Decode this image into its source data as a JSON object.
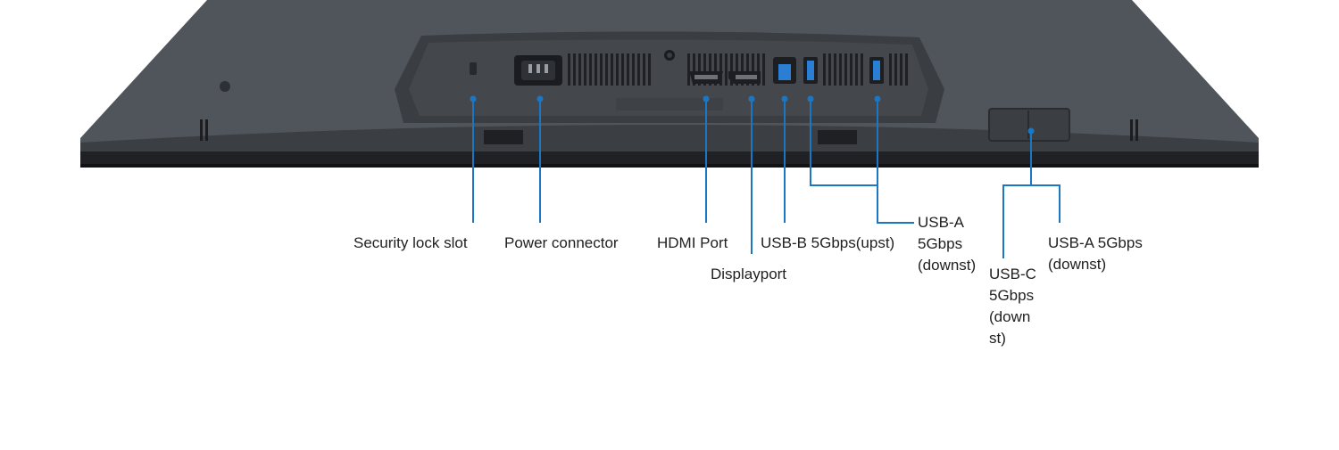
{
  "colors": {
    "monitor_body": "#50555b",
    "monitor_edge": "#2a2d31",
    "port_panel": "#3f4247",
    "callout_line": "#1b77c4",
    "usb_blue": "#2a7fd4"
  },
  "callouts": [
    {
      "id": "security-lock",
      "lines": [
        "Security lock slot"
      ]
    },
    {
      "id": "power",
      "lines": [
        "Power connector"
      ]
    },
    {
      "id": "hdmi",
      "lines": [
        "HDMI Port"
      ]
    },
    {
      "id": "usbb",
      "lines": [
        "USB-B 5Gbps(upst)"
      ]
    },
    {
      "id": "displayport",
      "lines": [
        "Displayport"
      ]
    },
    {
      "id": "usba-rear",
      "lines": [
        "USB-A",
        "5Gbps",
        "(downst)"
      ]
    },
    {
      "id": "usba-side",
      "lines": [
        "USB-A 5Gbps",
        "(downst)"
      ]
    },
    {
      "id": "usbc-side",
      "lines": [
        "USB-C",
        "5Gbps",
        "(down",
        "st)"
      ]
    }
  ]
}
